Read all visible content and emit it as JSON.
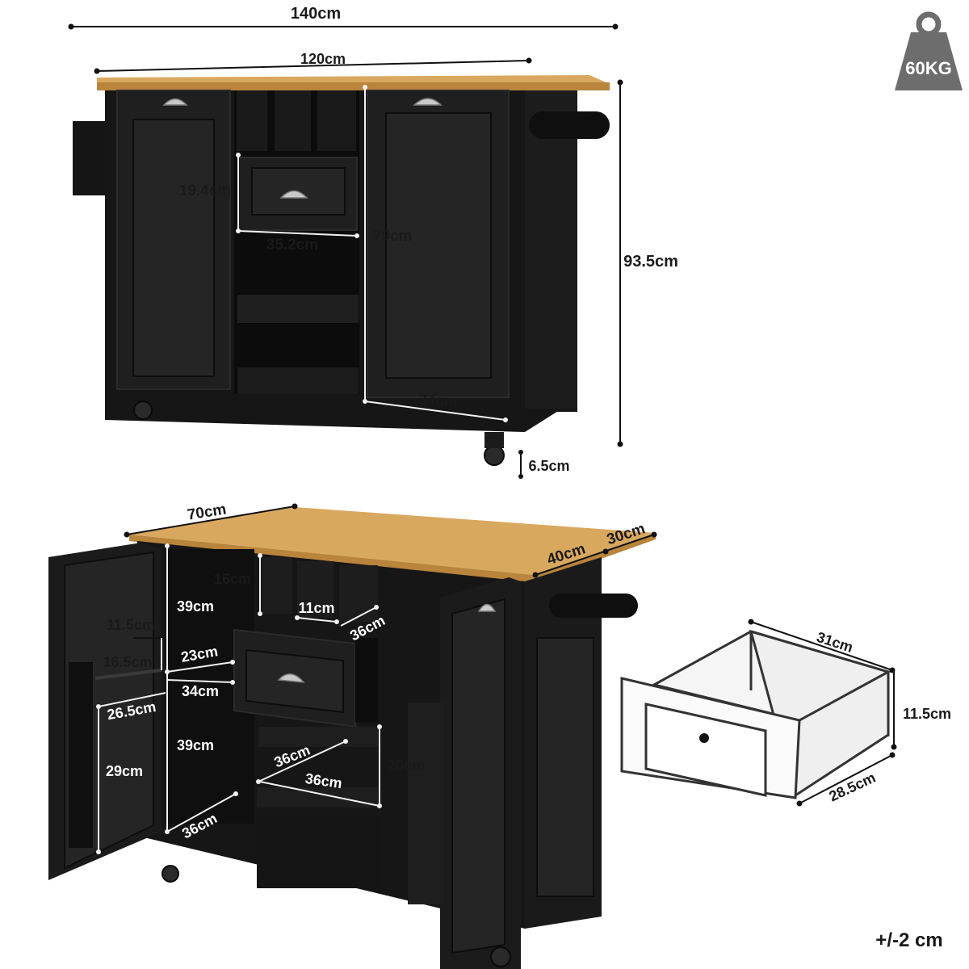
{
  "weight_badge": {
    "label": "60KG",
    "icon": "weight-icon"
  },
  "front_view": {
    "overall_width": "140cm",
    "body_width": "120cm",
    "height": "93.5cm",
    "wheel_height": "6.5cm",
    "drawer_height": "19.4cm",
    "drawer_width": "35.2cm",
    "door_height": "79cm",
    "door_width": "34cm"
  },
  "open_view": {
    "depth": "70cm",
    "leaf_depth": "40cm",
    "leaf_width": "30cm",
    "rack_height": "16cm",
    "rack_slot_width": "11cm",
    "rack_depth": "36cm",
    "upper_cabinet_height": "39cm",
    "door_shelf_top": "11.5cm",
    "door_shelf_gap": "16.5cm",
    "inner_depth": "23cm",
    "inner_width": "34cm",
    "door_shelf_width": "26.5cm",
    "lower_cabinet_height": "39cm",
    "door_lower_height": "29cm",
    "bottom_depth": "36cm",
    "shelf_depth": "36cm",
    "shelf_width": "36cm",
    "shelf_height": "20cm"
  },
  "drawer_view": {
    "width": "31cm",
    "height": "11.5cm",
    "depth": "28.5cm"
  },
  "tolerance": "+/-2 cm"
}
